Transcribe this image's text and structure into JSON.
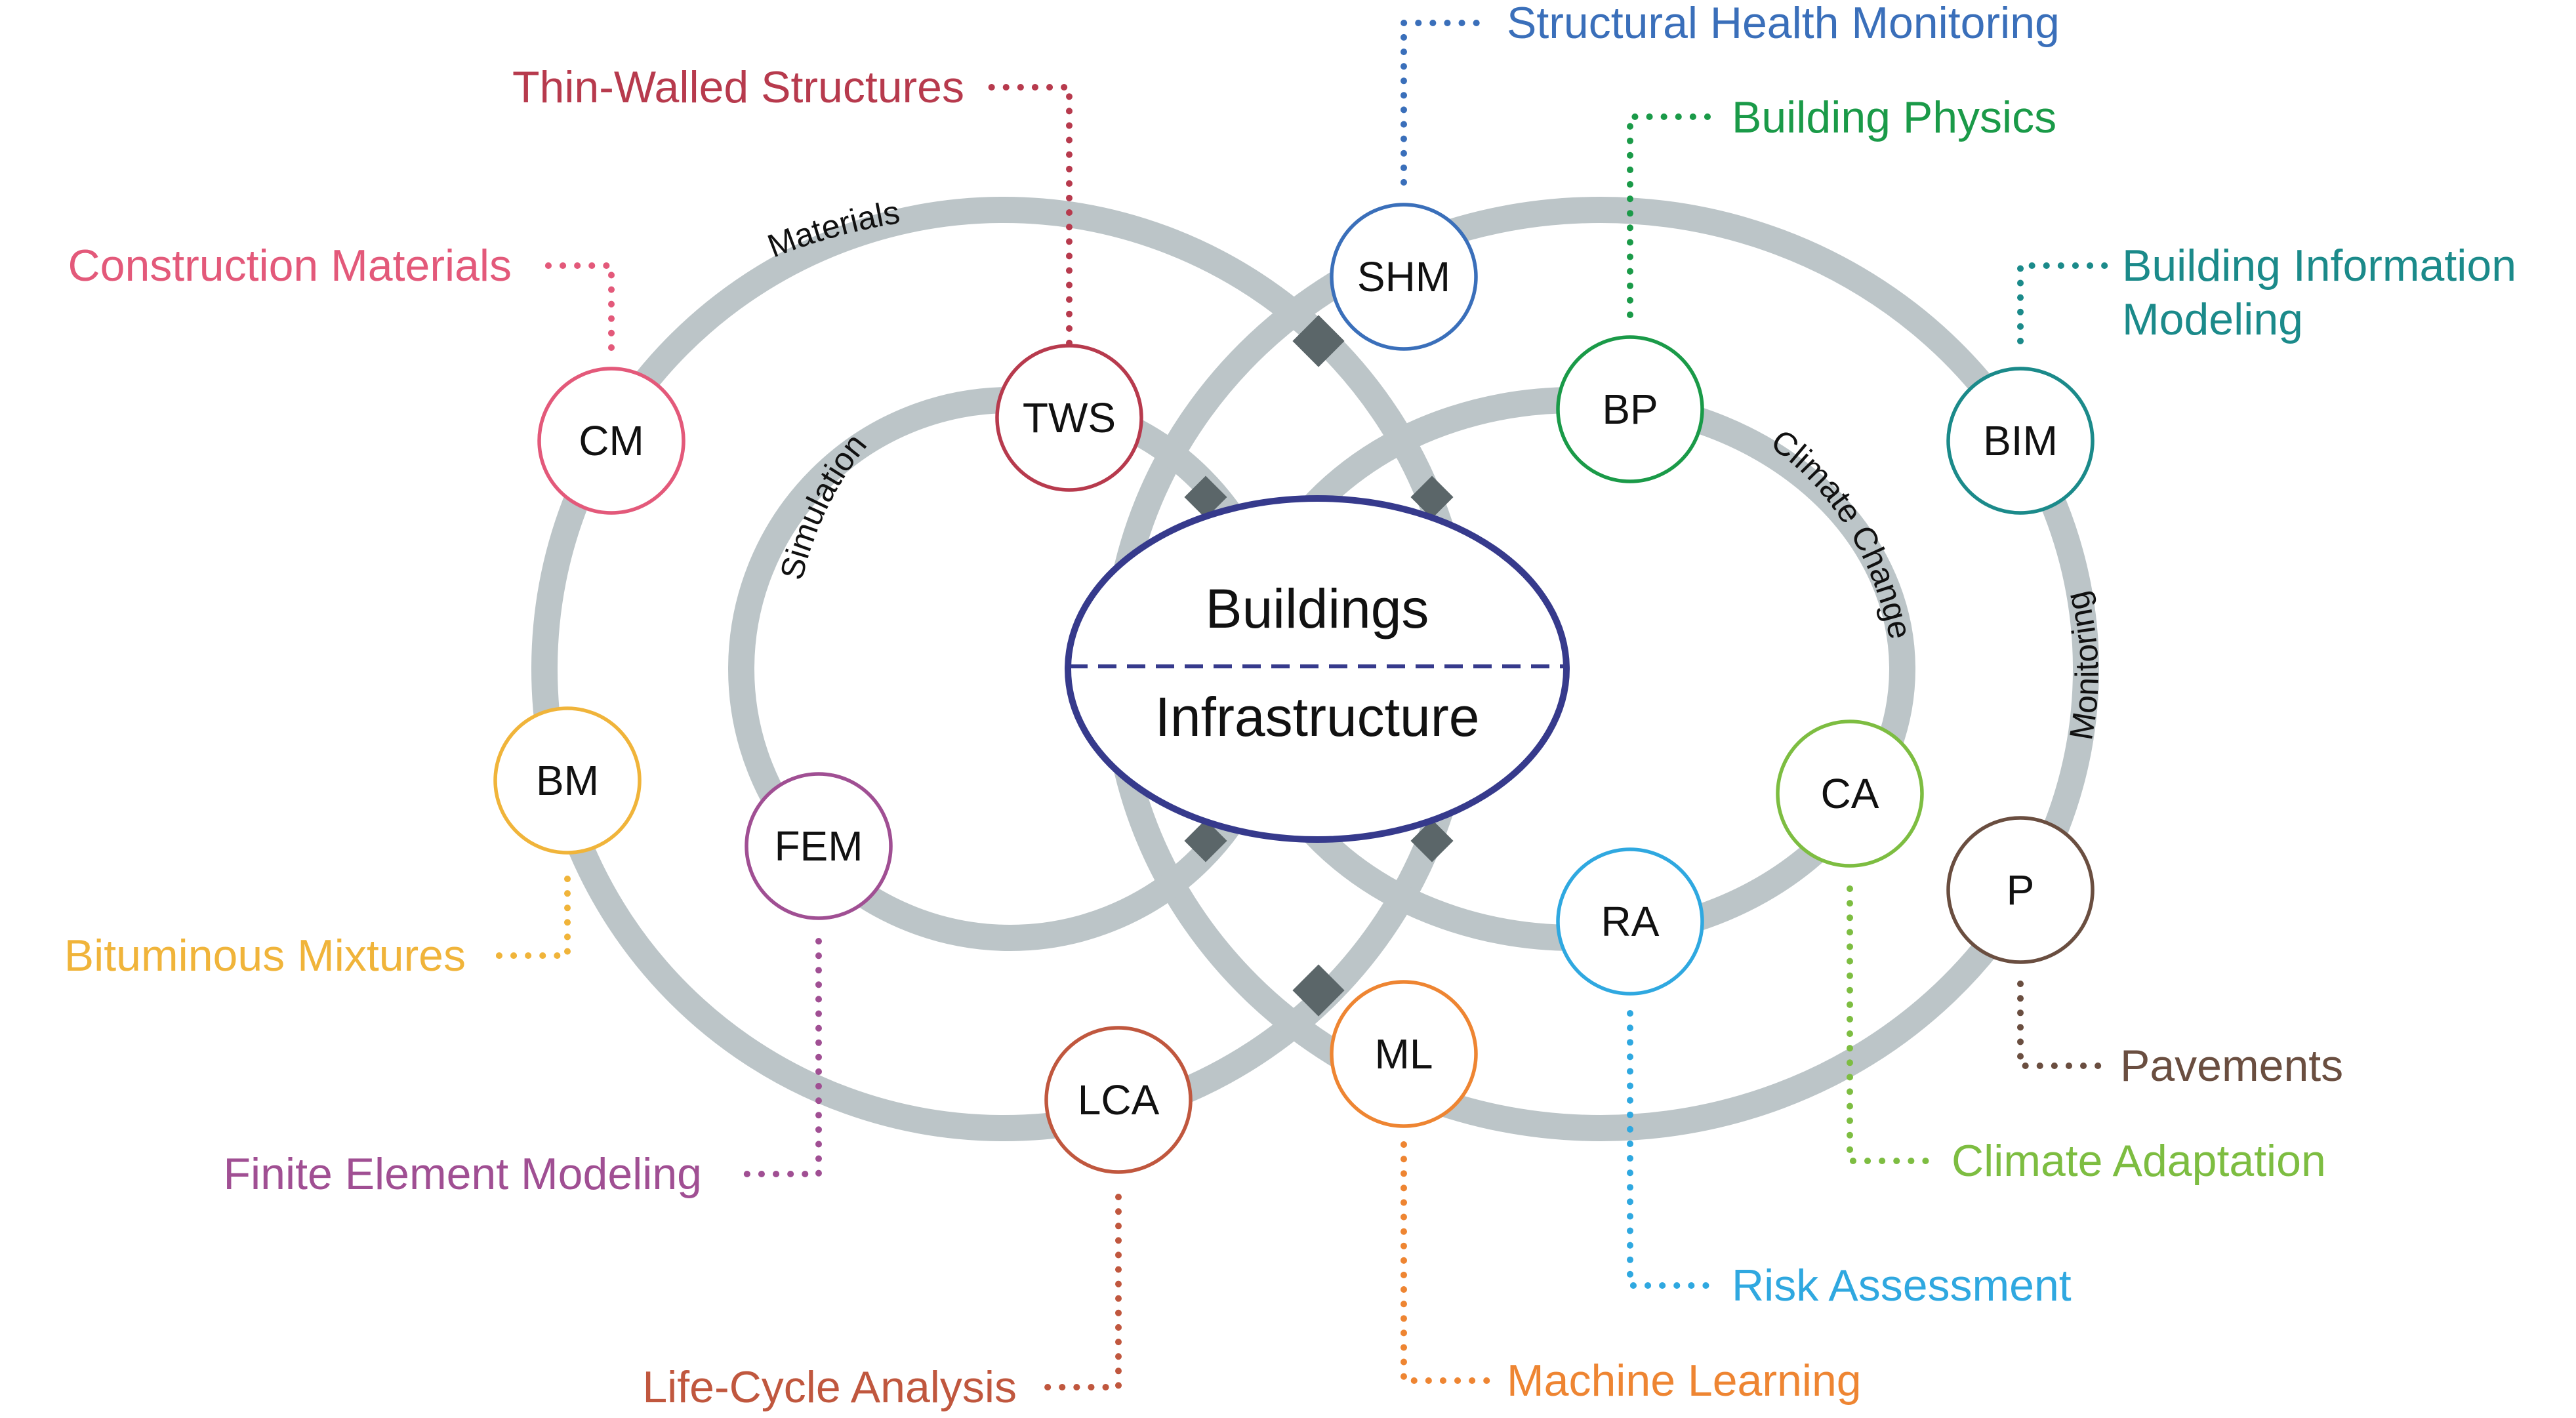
{
  "center": {
    "top": "Buildings",
    "bottom": "Infrastructure",
    "color": "#363a8c"
  },
  "rings": {
    "materials": "Materials",
    "simulation": "Simulation",
    "climate_change": "Climate Change",
    "monitoring": "Monitoring"
  },
  "nodes": [
    {
      "id": "cm",
      "abbr": "CM",
      "label": "Construction Materials",
      "color": "#e3597a"
    },
    {
      "id": "tws",
      "abbr": "TWS",
      "label": "Thin-Walled Structures",
      "color": "#b73a4d"
    },
    {
      "id": "shm",
      "abbr": "SHM",
      "label": "Structural Health Monitoring",
      "color": "#3a6fba"
    },
    {
      "id": "bp",
      "abbr": "BP",
      "label": "Building Physics",
      "color": "#1a9a48"
    },
    {
      "id": "bim",
      "abbr": "BIM",
      "label": "Building Information Modeling",
      "label_lines": [
        "Building Information",
        "Modeling"
      ],
      "color": "#1b8a8a"
    },
    {
      "id": "bm",
      "abbr": "BM",
      "label": "Bituminous Mixtures",
      "color": "#f0b43a"
    },
    {
      "id": "fem",
      "abbr": "FEM",
      "label": "Finite Element Modeling",
      "color": "#a04f93"
    },
    {
      "id": "lca",
      "abbr": "LCA",
      "label": "Life-Cycle Analysis",
      "color": "#c0573e"
    },
    {
      "id": "ml",
      "abbr": "ML",
      "label": "Machine Learning",
      "color": "#ee8532"
    },
    {
      "id": "ra",
      "abbr": "RA",
      "label": "Risk Assessment",
      "color": "#2fa8e0"
    },
    {
      "id": "ca",
      "abbr": "CA",
      "label": "Climate Adaptation",
      "color": "#7dbd41"
    },
    {
      "id": "p",
      "abbr": "P",
      "label": "Pavements",
      "color": "#6a4e40"
    }
  ]
}
